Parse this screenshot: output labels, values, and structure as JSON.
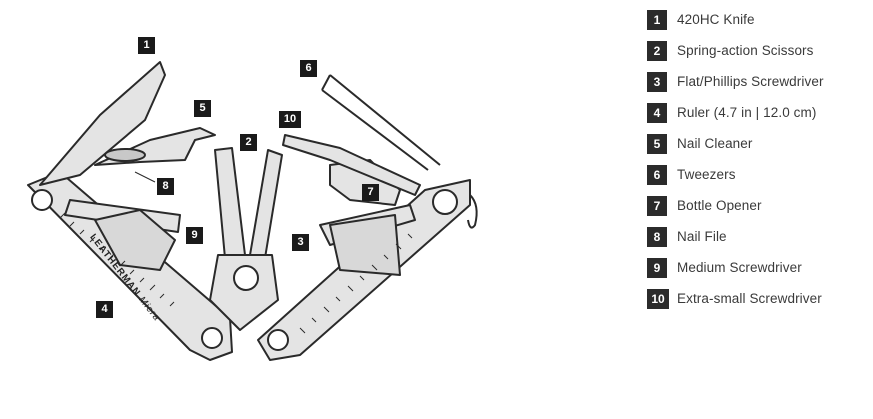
{
  "brand": {
    "name": "LEATHERMAN",
    "model": "Micra"
  },
  "legend": [
    {
      "number": "1",
      "label": "420HC Knife"
    },
    {
      "number": "2",
      "label": "Spring-action Scissors"
    },
    {
      "number": "3",
      "label": "Flat/Phillips Screwdriver"
    },
    {
      "number": "4",
      "label": "Ruler (4.7 in | 12.0 cm)"
    },
    {
      "number": "5",
      "label": "Nail Cleaner"
    },
    {
      "number": "6",
      "label": "Tweezers"
    },
    {
      "number": "7",
      "label": "Bottle Opener"
    },
    {
      "number": "8",
      "label": "Nail File"
    },
    {
      "number": "9",
      "label": "Medium Screwdriver"
    },
    {
      "number": "10",
      "label": "Extra-small Screwdriver"
    }
  ],
  "callouts": [
    "1",
    "2",
    "3",
    "4",
    "5",
    "6",
    "7",
    "8",
    "9",
    "10"
  ],
  "colors": {
    "ink": "#2a2a2a",
    "fill": "#e4e4e4",
    "badge": "#1a1a1a",
    "text": "#3a3a3a"
  }
}
